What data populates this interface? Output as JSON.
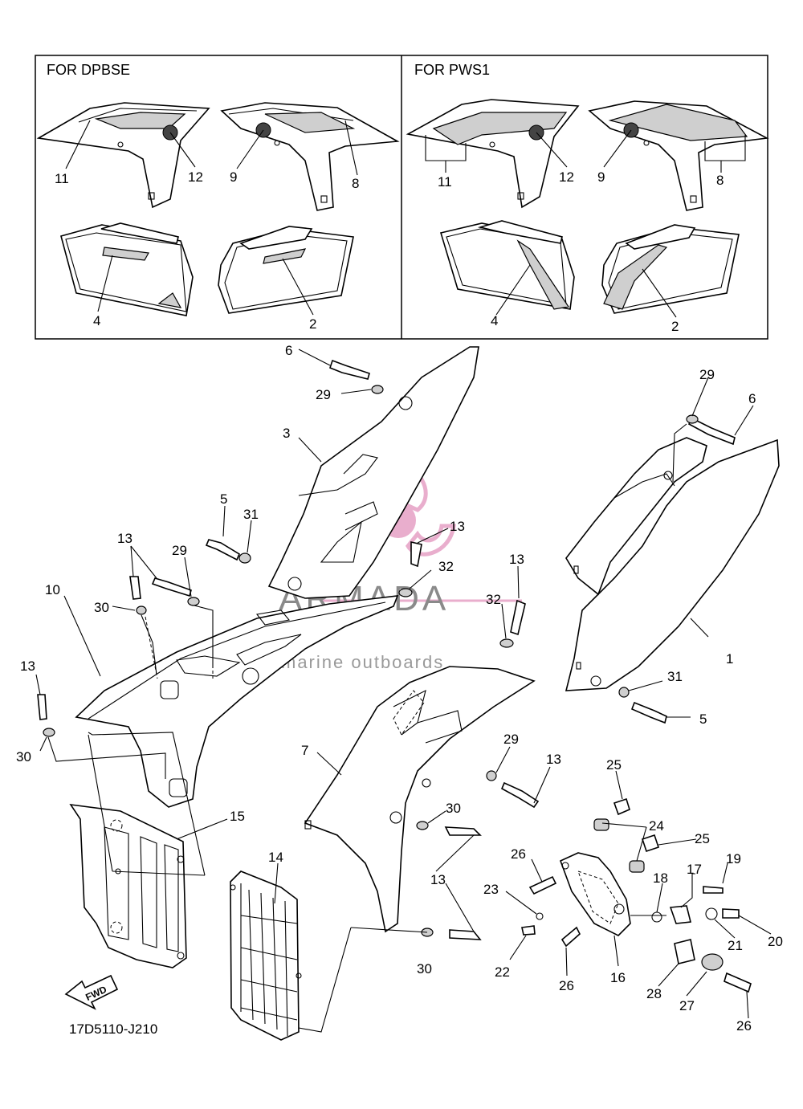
{
  "inset": {
    "left_header": "FOR DPBSE",
    "right_header": "FOR PWS1",
    "left_labels": {
      "a": "11",
      "b": "12",
      "c": "9",
      "d": "8",
      "e": "4",
      "f": "2"
    },
    "right_labels": {
      "a": "11",
      "b": "12",
      "c": "9",
      "d": "8",
      "e": "4",
      "f": "2"
    }
  },
  "callouts": {
    "c1": "1",
    "c2": "3",
    "c3": "5",
    "c3b": "5",
    "c4": "6",
    "c4b": "6",
    "c5": "7",
    "c6": "10",
    "c7": "13",
    "c7b": "13",
    "c7c": "13",
    "c7d": "13",
    "c7e": "13",
    "c7f": "13",
    "c8": "14",
    "c9": "15",
    "c10": "16",
    "c11": "17",
    "c12": "18",
    "c13": "19",
    "c14": "20",
    "c15": "21",
    "c16": "22",
    "c17": "23",
    "c18": "24",
    "c19": "25",
    "c19b": "25",
    "c20": "26",
    "c20b": "26",
    "c20c": "26",
    "c21": "27",
    "c22": "28",
    "c23": "29",
    "c23b": "29",
    "c23c": "29",
    "c23d": "29",
    "c24": "30",
    "c24b": "30",
    "c24c": "30",
    "c24d": "30",
    "c25": "31",
    "c25b": "31",
    "c26": "32",
    "c26b": "32"
  },
  "watermark": {
    "brand": "ARMADA",
    "tagline": "marine outboards"
  },
  "fwd_label": "FWD",
  "diagram_code": "17D5110-J210",
  "colors": {
    "line": "#000000",
    "watermark_pink": "#e7a6c8",
    "watermark_text": "#8a8a8a"
  }
}
